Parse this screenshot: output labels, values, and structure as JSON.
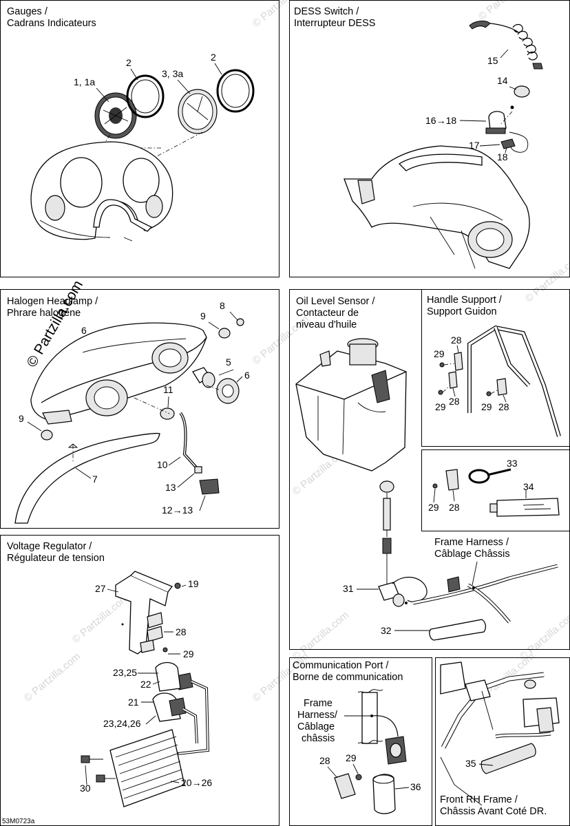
{
  "watermark": "© Partzilla.com",
  "copyright_overlay": "© Partzilla.com",
  "diagram_code": "53M0723a",
  "panels": {
    "gauges": {
      "title1": "Gauges /",
      "title2": "Cadrans Indicateurs",
      "labels": [
        "1, 1a",
        "2",
        "3, 3a",
        "2"
      ]
    },
    "dess": {
      "title1": "DESS Switch /",
      "title2": "Interrupteur DESS",
      "labels": [
        "15",
        "14",
        "16→18",
        "17",
        "18"
      ]
    },
    "headlamp": {
      "title1": "Halogen Headlamp /",
      "title2": "Phrare halogène",
      "labels": [
        "8",
        "9",
        "6",
        "5",
        "6",
        "11",
        "9",
        "10",
        "7",
        "13",
        "12→13"
      ]
    },
    "oil": {
      "title1": "Oil Level Sensor /",
      "title2": "Contacteur de",
      "title3": "niveau d'huile",
      "labels": [
        "31",
        "32"
      ]
    },
    "handle": {
      "title1": "Handle Support /",
      "title2": "Support Guidon",
      "labels": [
        "28",
        "29",
        "28",
        "29",
        "29",
        "28"
      ]
    },
    "ties": {
      "labels": [
        "33",
        "34",
        "29",
        "28"
      ]
    },
    "frame_harness": {
      "title1": "Frame Harness /",
      "title2": "Câblage Châssis"
    },
    "regulator": {
      "title1": "Voltage Regulator /",
      "title2": "Régulateur de tension",
      "labels": [
        "27",
        "19",
        "28",
        "29",
        "23,25",
        "22",
        "21",
        "23,24,26",
        "30",
        "20→26"
      ]
    },
    "comm": {
      "title1": "Communication Port /",
      "title2": "Borne de communication",
      "harness": [
        "Frame",
        "Harness/",
        "Câblage",
        "châssis"
      ],
      "labels": [
        "28",
        "29",
        "36"
      ]
    },
    "frontrh": {
      "title1": "Front RH Frame  /",
      "title2": "Châssis Avant Coté DR.",
      "labels": [
        "35"
      ]
    }
  }
}
